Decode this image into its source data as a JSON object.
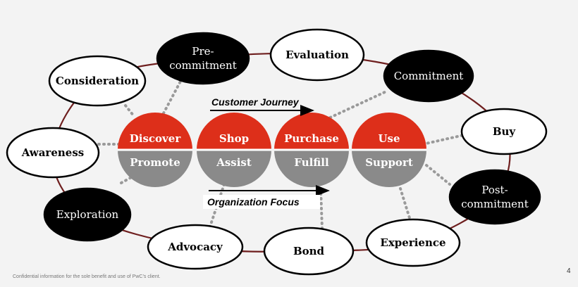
{
  "colors": {
    "background": "#f3f3f3",
    "ring": "#6e1e1e",
    "dotted": "#9a9a9a",
    "red": "#dd2f1a",
    "gray": "#8a8a8a",
    "black": "#000000",
    "white": "#ffffff"
  },
  "journey_nodes": [
    {
      "id": "awareness",
      "lines": [
        "Awareness"
      ],
      "style": "white"
    },
    {
      "id": "consideration",
      "lines": [
        "Consideration"
      ],
      "style": "white"
    },
    {
      "id": "pre-commitment",
      "lines": [
        "Pre-",
        "commitment"
      ],
      "style": "black"
    },
    {
      "id": "evaluation",
      "lines": [
        "Evaluation"
      ],
      "style": "white"
    },
    {
      "id": "commitment",
      "lines": [
        "Commitment"
      ],
      "style": "black"
    },
    {
      "id": "buy",
      "lines": [
        "Buy"
      ],
      "style": "white"
    },
    {
      "id": "post-commitment",
      "lines": [
        "Post-",
        "commitment"
      ],
      "style": "black"
    },
    {
      "id": "experience",
      "lines": [
        "Experience"
      ],
      "style": "white"
    },
    {
      "id": "bond",
      "lines": [
        "Bond"
      ],
      "style": "white"
    },
    {
      "id": "advocacy",
      "lines": [
        "Advocacy"
      ],
      "style": "white"
    },
    {
      "id": "exploration",
      "lines": [
        "Exploration"
      ],
      "style": "black"
    }
  ],
  "stages": [
    {
      "id": "discover",
      "top": "Discover",
      "bottom": "Promote"
    },
    {
      "id": "shop",
      "top": "Shop",
      "bottom": "Assist"
    },
    {
      "id": "purchase",
      "top": "Purchase",
      "bottom": "Fulfill"
    },
    {
      "id": "use",
      "top": "Use",
      "bottom": "Support"
    }
  ],
  "arrows": {
    "customer_journey": "Customer Journey",
    "organization_focus": "Organization Focus"
  },
  "footer": {
    "note": "Confidential information for the sole benefit and use of PwC’s client.",
    "page_number": "4"
  }
}
